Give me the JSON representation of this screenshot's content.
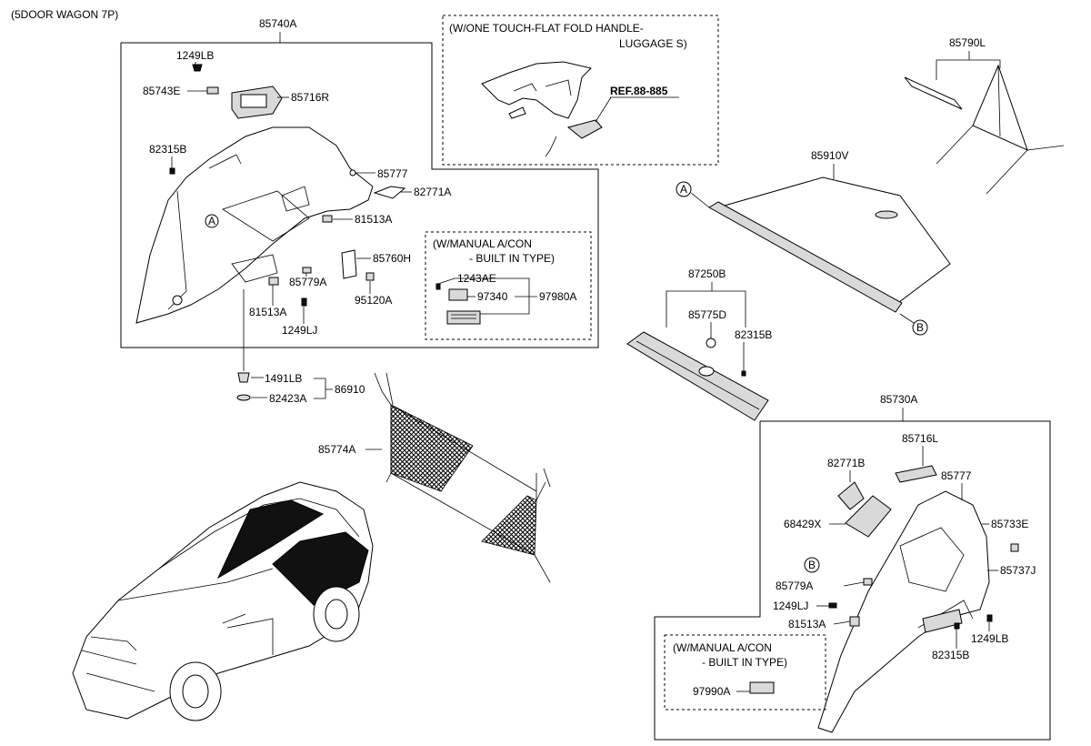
{
  "header": {
    "title": "(5DOOR WAGON 7P)"
  },
  "assemblies": {
    "left_trim": "85740A",
    "right_trim": "85730A",
    "luggage_net_group": "86910",
    "tonneau_cover": "85910V",
    "screen_kit": "85790L",
    "sill_plate": "87250B"
  },
  "notes": {
    "one_touch_line1": "(W/ONE TOUCH-FLAT FOLD HANDLE-",
    "one_touch_line2": "LUGGAGE S)",
    "ref": "REF.88-885",
    "manual_ac_line1": "(W/MANUAL A/CON",
    "manual_ac_line2": "- BUILT IN TYPE)"
  },
  "left_parts": {
    "p1249LB": "1249LB",
    "p85743E": "85743E",
    "p85716R": "85716R",
    "p82315B": "82315B",
    "p85777": "85777",
    "p82771A": "82771A",
    "p81513A_top": "81513A",
    "p85760H": "85760H",
    "p85779A": "85779A",
    "p95120A": "95120A",
    "p81513A_bottom": "81513A",
    "p1249LJ": "1249LJ",
    "p1243AE": "1243AE",
    "p97340": "97340",
    "p97980A": "97980A",
    "p1491LB": "1491LB",
    "p82423A": "82423A",
    "p85774A": "85774A"
  },
  "center_parts": {
    "p85775D": "85775D",
    "p82315B": "82315B"
  },
  "right_parts": {
    "p85716L": "85716L",
    "p82771B": "82771B",
    "p85777": "85777",
    "p68429X": "68429X",
    "p85733E": "85733E",
    "p85779A": "85779A",
    "p85737J": "85737J",
    "p1249LJ": "1249LJ",
    "p81513A": "81513A",
    "p1249LB": "1249LB",
    "p82315B": "82315B",
    "p97990A": "97990A"
  },
  "markers": {
    "a": "A",
    "b": "B"
  },
  "colors": {
    "line": "#000000",
    "background": "#ffffff",
    "shade": "#d9d9d9"
  }
}
